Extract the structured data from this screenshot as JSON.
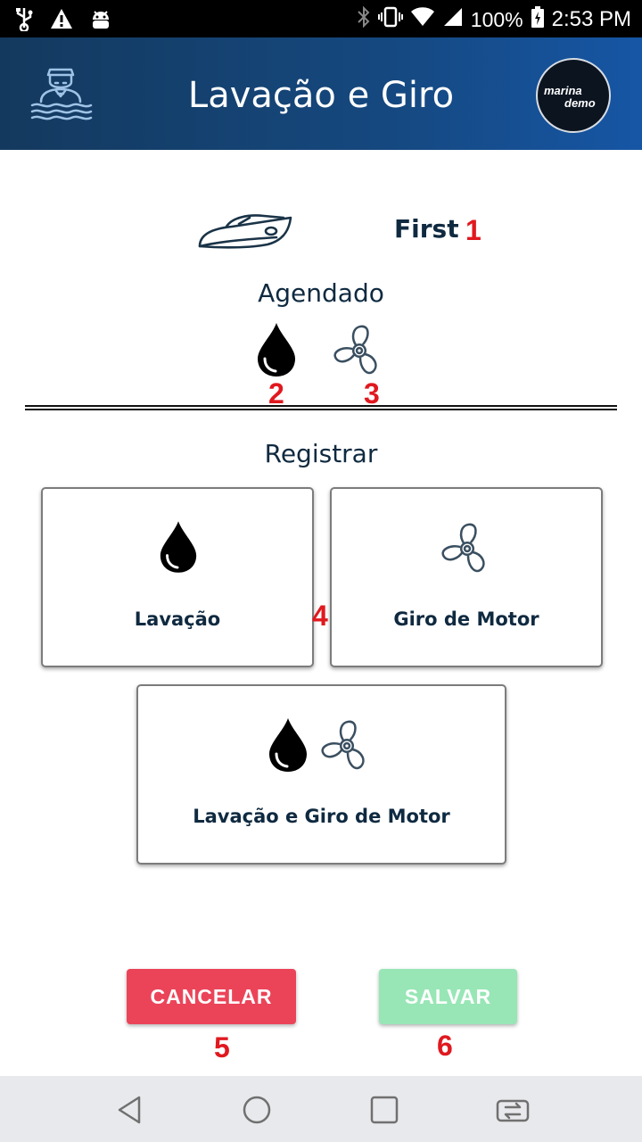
{
  "status_bar": {
    "battery": "100%",
    "time": "2:53 PM",
    "icons_left": [
      "usb-icon",
      "warning-icon",
      "android-debug-icon"
    ],
    "icons_right": [
      "bluetooth-icon",
      "vibrate-icon",
      "wifi-icon",
      "signal-icon",
      "battery-charging-icon"
    ]
  },
  "header": {
    "title": "Lavação e Giro",
    "logo_line1": "marina",
    "logo_line2": "demo"
  },
  "vessel": {
    "name": "First"
  },
  "scheduled": {
    "label": "Agendado"
  },
  "register": {
    "label": "Registrar",
    "options": [
      {
        "label": "Lavação"
      },
      {
        "label": "Giro de Motor"
      },
      {
        "label": "Lavação e Giro de Motor"
      }
    ]
  },
  "actions": {
    "cancel_label": "CANCELAR",
    "save_label": "SALVAR"
  },
  "annotations": [
    "1",
    "2",
    "3",
    "4",
    "5",
    "6"
  ],
  "colors": {
    "header_start": "#14395e",
    "header_end": "#1656a5",
    "cancel": "#eb4459",
    "save": "#98e6b6",
    "marker": "#e0191f",
    "text": "#0f2a40"
  }
}
